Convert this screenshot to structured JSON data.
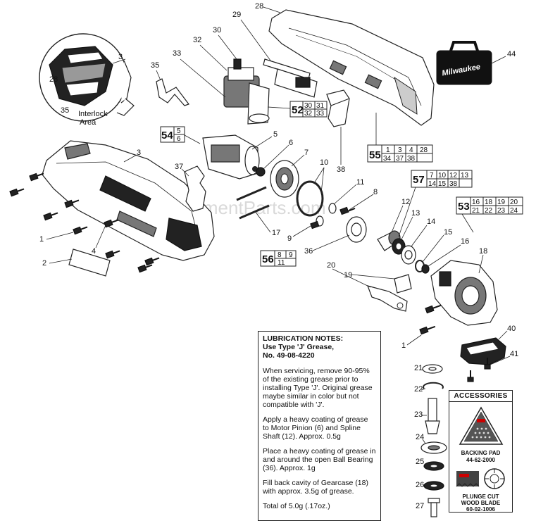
{
  "watermark": "eReplacementParts.com",
  "detail_label": "Interlock\nArea",
  "detail_label_line1": "Interlock",
  "detail_label_line2": "Area",
  "case_logo": "Milwaukee",
  "callouts": [
    "1",
    "2",
    "3",
    "4",
    "5",
    "6",
    "7",
    "8",
    "9",
    "10",
    "11",
    "12",
    "13",
    "14",
    "15",
    "16",
    "17",
    "18",
    "19",
    "20",
    "21",
    "22",
    "23",
    "24",
    "25",
    "26",
    "27",
    "28",
    "29",
    "30",
    "32",
    "33",
    "35",
    "36",
    "37",
    "38",
    "40",
    "41",
    "44"
  ],
  "callout_labels": {
    "c1a": "1",
    "c1b": "1",
    "c2": "2",
    "c3a": "3",
    "c3b": "3",
    "c4": "4",
    "c5": "5",
    "c6": "6",
    "c7": "7",
    "c8a": "8",
    "c8b": "8",
    "c9": "9",
    "c10": "10",
    "c11": "11",
    "c12": "12",
    "c13": "13",
    "c14": "14",
    "c15": "15",
    "c16": "16",
    "c17": "17",
    "c18": "18",
    "c19": "19",
    "c20": "20",
    "c21": "21",
    "c22": "22",
    "c23": "23",
    "c24": "24",
    "c25": "25",
    "c26": "26",
    "c27": "27",
    "c28a": "28",
    "c28b": "28",
    "c29": "29",
    "c30": "30",
    "c32": "32",
    "c33": "33",
    "c35a": "35",
    "c35b": "35",
    "c36": "36",
    "c37": "37",
    "c38": "38",
    "c40": "40",
    "c41": "41",
    "c44": "44"
  },
  "groups": {
    "g52": {
      "number": "52",
      "parts": [
        "30",
        "31",
        "32",
        "33"
      ]
    },
    "g54": {
      "number": "54",
      "parts": [
        "5",
        "6"
      ]
    },
    "g55": {
      "number": "55",
      "parts": [
        "1",
        "3",
        "4",
        "28",
        "34",
        "37",
        "38"
      ]
    },
    "g56": {
      "number": "56",
      "parts": [
        "8",
        "9",
        "11"
      ]
    },
    "g57": {
      "number": "57",
      "parts": [
        "7",
        "10",
        "12",
        "13",
        "14",
        "15",
        "38"
      ]
    },
    "g53": {
      "number": "53",
      "parts": [
        "16",
        "18",
        "19",
        "20",
        "21",
        "22",
        "23",
        "24"
      ]
    }
  },
  "lubrication": {
    "title_line1": "LUBRICATION NOTES:",
    "title_line2": "Use Type 'J' Grease,",
    "title_line3": "No. 49-08-4220",
    "para1": "When servicing, remove 90-95% of the existing grease prior to installing Type 'J'. Original grease maybe similar in color but not compatible with 'J'.",
    "para2": "Apply a heavy coating of grease to Motor Pinion (6) and Spline Shaft (12). Approx. 0.5g",
    "para3": "Place a heavy coating of grease in and around the open Ball Bearing (36). Approx. 1g",
    "para4": "Fill back cavity of Gearcase (18) with approx. 3.5g of grease.",
    "total": "Total of 5.0g (.17oz.)"
  },
  "accessories": {
    "title": "ACCESSORIES",
    "item1_name": "BACKING PAD",
    "item1_number": "44-62-2000",
    "item2_name_line1": "PLUNGE CUT",
    "item2_name_line2": "WOOD BLADE",
    "item2_number": "60-02-1006"
  }
}
